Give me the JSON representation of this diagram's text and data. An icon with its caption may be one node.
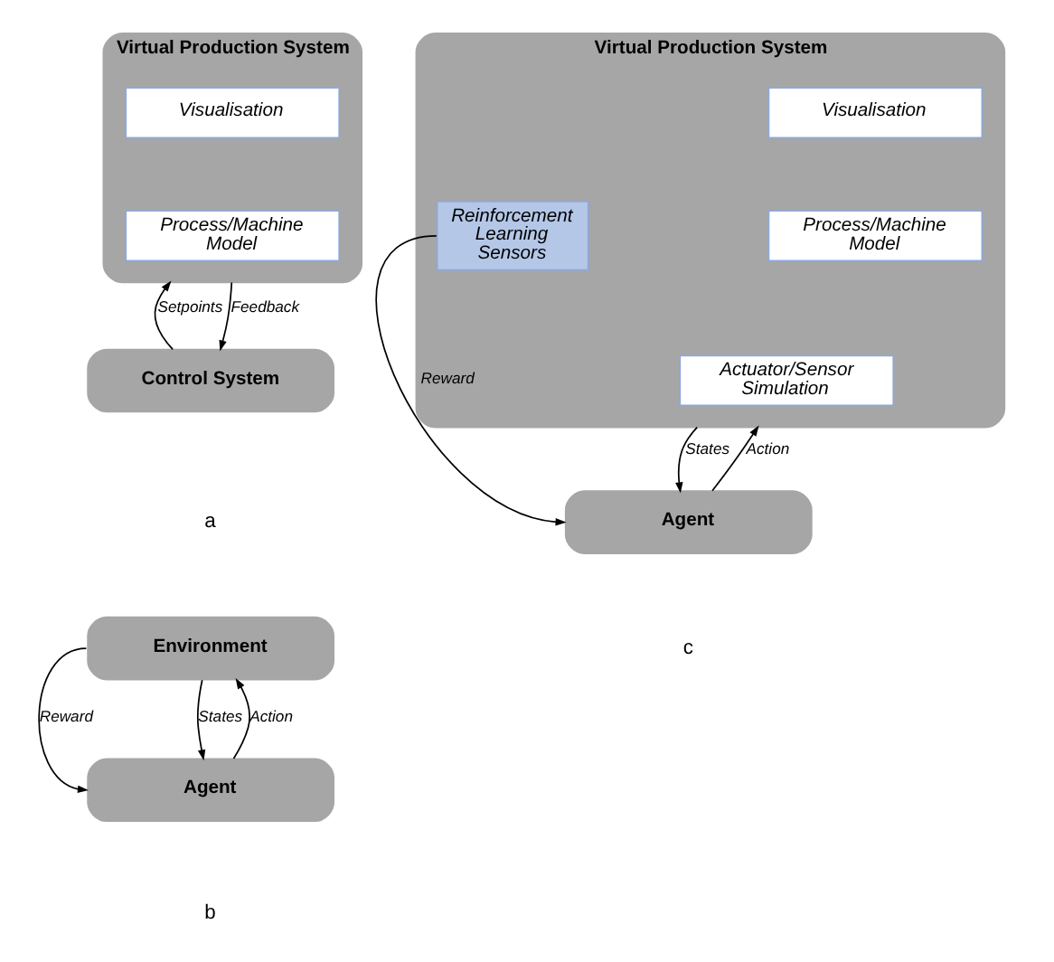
{
  "diagram": {
    "nodes": [
      {
        "text": [
          "Virtual Production System"
        ]
      },
      {
        "text": [
          "Visualisation"
        ],
        "in": 0
      },
      {
        "text": [
          "Process/Machine Model"
        ],
        "in": 0
      },
      {
        "text": [
          "Control System"
        ]
      },
      {
        "text": [
          "Environment"
        ]
      },
      {
        "text": [
          "Agent"
        ]
      },
      {
        "text": [
          "Virtual Production System"
        ]
      },
      {
        "text": [
          "Reinforcement Learning Sensors"
        ],
        "in": 6
      },
      {
        "text": [
          "Visualisation"
        ],
        "in": 6
      },
      {
        "text": [
          "Process/Machine Model"
        ],
        "in": 6
      },
      {
        "text": [
          "Actuator/Sensor Simulation"
        ],
        "in": 6
      },
      {
        "text": [
          "Agent"
        ]
      }
    ],
    "edges": [
      {
        "from": 3,
        "to": 0,
        "arrow": "to",
        "label": "Setpoints"
      },
      {
        "from": 0,
        "to": 3,
        "arrow": "to",
        "label": "Feedback"
      },
      {
        "from": 4,
        "to": 5,
        "arrow": "to",
        "label": "Reward"
      },
      {
        "from": 4,
        "to": 5,
        "arrow": "to",
        "label": "States"
      },
      {
        "from": 5,
        "to": 4,
        "arrow": "to",
        "label": "Action"
      },
      {
        "from": 7,
        "to": 11,
        "arrow": "to",
        "label": "Reward"
      },
      {
        "from": 6,
        "to": 11,
        "arrow": "to",
        "label": "States"
      },
      {
        "from": 11,
        "to": 6,
        "arrow": "to",
        "label": "Action"
      }
    ],
    "labels": [
      "a",
      "b",
      "c"
    ]
  }
}
